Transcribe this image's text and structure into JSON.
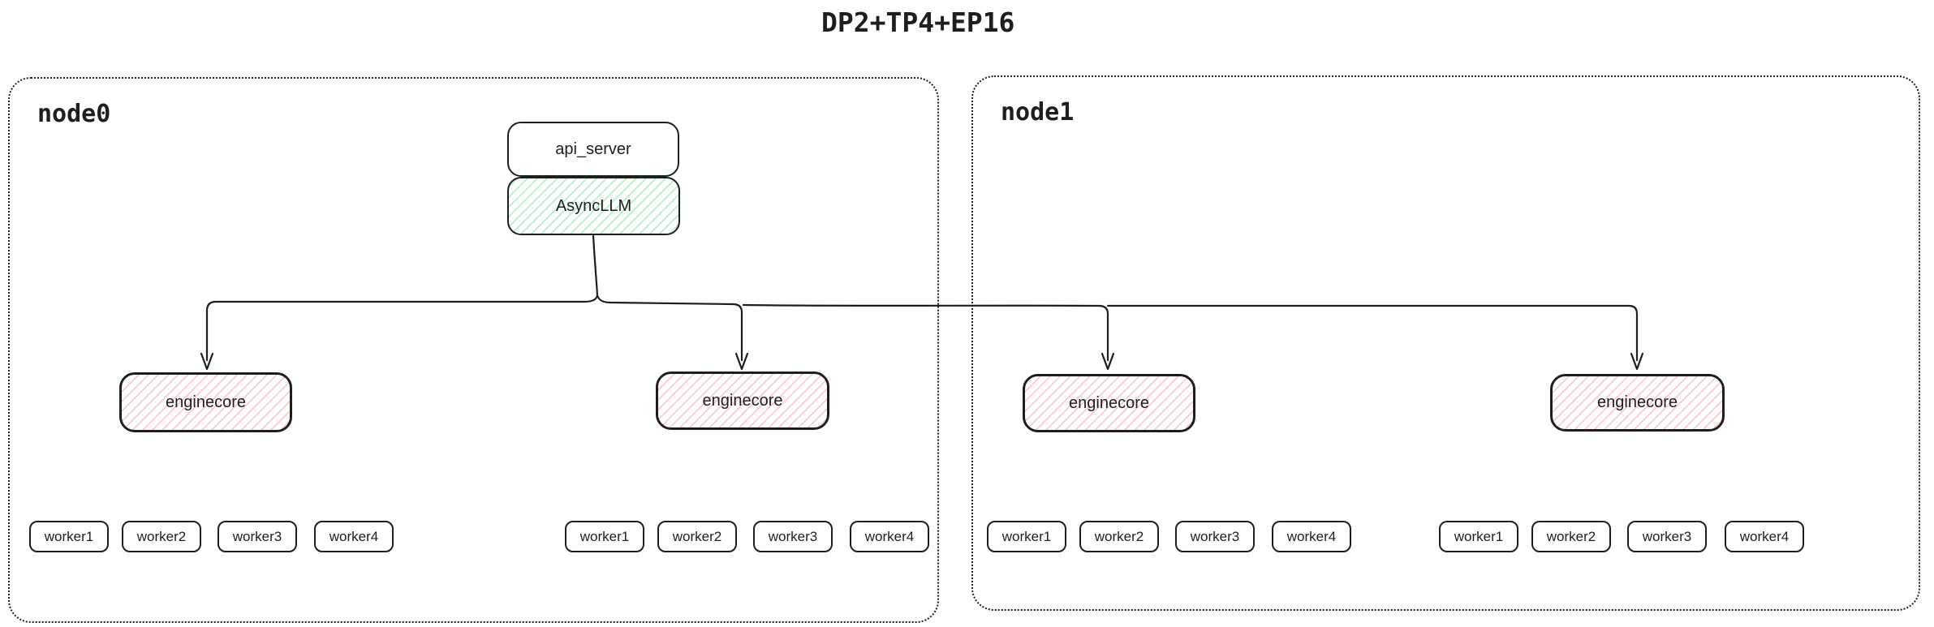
{
  "title": "DP2+TP4+EP16",
  "colors": {
    "stroke": "#1e1e1e",
    "box_fill": "#ffffff",
    "green_hatch": "#b2f2bb",
    "red_hatch": "#ffc9c9",
    "background": "#ffffff"
  },
  "nodes": [
    {
      "label": "node0"
    },
    {
      "label": "node1"
    }
  ],
  "api_server": {
    "label": "api_server"
  },
  "async_llm": {
    "label": "AsyncLLM"
  },
  "enginecores": [
    {
      "label": "enginecore"
    },
    {
      "label": "enginecore"
    },
    {
      "label": "enginecore"
    },
    {
      "label": "enginecore"
    }
  ],
  "worker_groups": [
    {
      "workers": [
        "worker1",
        "worker2",
        "worker3",
        "worker4"
      ]
    },
    {
      "workers": [
        "worker1",
        "worker2",
        "worker3",
        "worker4"
      ]
    },
    {
      "workers": [
        "worker1",
        "worker2",
        "worker3",
        "worker4"
      ]
    },
    {
      "workers": [
        "worker1",
        "worker2",
        "worker3",
        "worker4"
      ]
    }
  ]
}
